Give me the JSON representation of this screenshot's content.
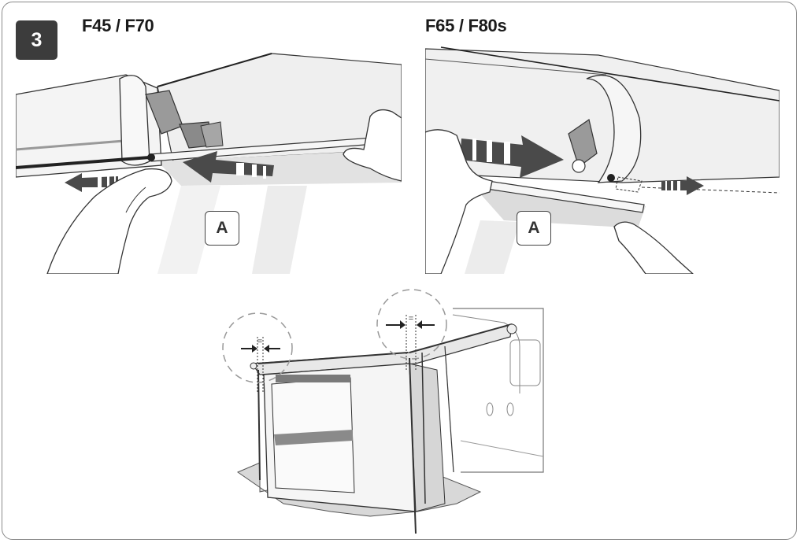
{
  "step": {
    "number": "3"
  },
  "panels": [
    {
      "title": "F45 / F70",
      "label": "A"
    },
    {
      "title": "F65 / F80s",
      "label": "A"
    }
  ],
  "bottom": {
    "equal_mark_left": "=",
    "equal_mark_right": "="
  },
  "colors": {
    "frame": "#8a8a8a",
    "badge": "#3c3c3c",
    "arrow": "#4a4a4a",
    "fabric": "#dcdcdc",
    "line": "#2b2b2b"
  }
}
